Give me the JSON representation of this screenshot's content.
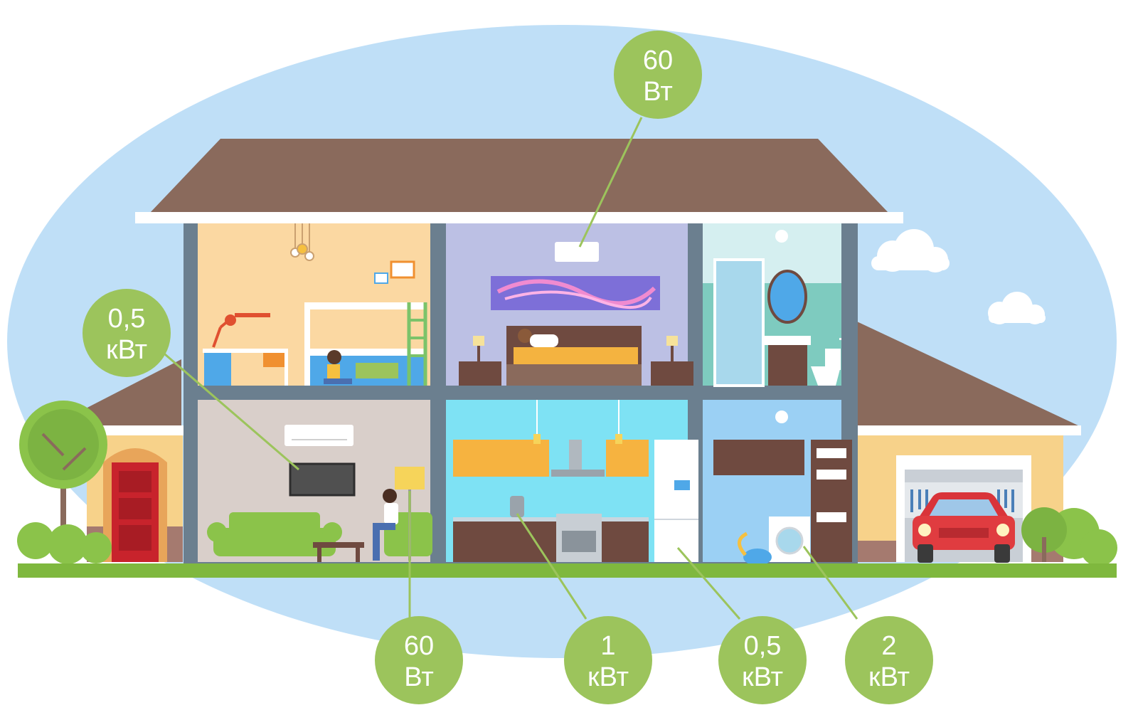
{
  "badges": [
    {
      "id": "ac-bedroom",
      "line1": "60",
      "line2": "Вт"
    },
    {
      "id": "tv",
      "line1": "0,5",
      "line2": "кВт"
    },
    {
      "id": "lamp",
      "line1": "60",
      "line2": "Вт"
    },
    {
      "id": "kettle",
      "line1": "1",
      "line2": "кВт"
    },
    {
      "id": "fridge",
      "line1": "0,5",
      "line2": "кВт"
    },
    {
      "id": "washer",
      "line1": "2",
      "line2": "кВт"
    }
  ],
  "colors": {
    "sky": "#bfdff7",
    "roof": "#8a6a5c",
    "wall_frame": "#6b7f8f",
    "badge": "#9cc45c",
    "grass": "#7fb83e",
    "trim": "#ffffff"
  }
}
